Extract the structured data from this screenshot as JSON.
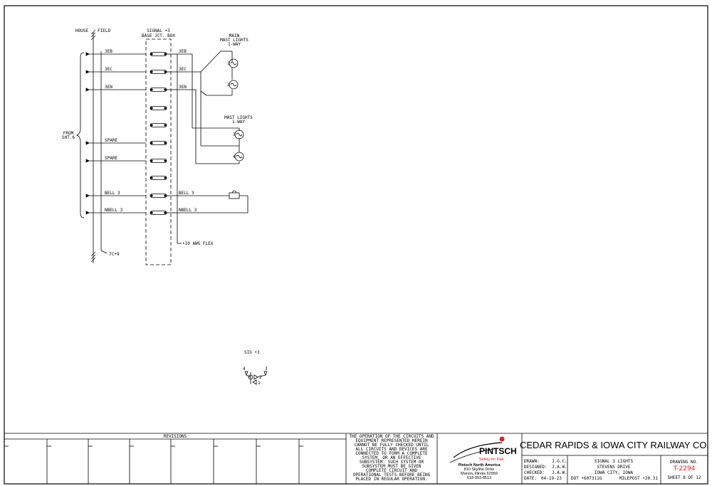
{
  "schematic": {
    "house_label": "HOUSE",
    "field_label": "FIELD",
    "box_title_1": "SIGNAL •3",
    "box_title_2": "BASE JCT. BOX",
    "from_label_1": "FROM",
    "from_label_2": "SHT.6",
    "terminals": [
      {
        "left": "3EB",
        "right": "3EB"
      },
      {
        "left": "3EC",
        "right": "3EC"
      },
      {
        "left": "3EN",
        "right": "3EN"
      },
      {
        "left": "",
        "right": ""
      },
      {
        "left": "",
        "right": ""
      },
      {
        "left": "SPARE",
        "right": ""
      },
      {
        "left": "SPARE",
        "right": ""
      },
      {
        "left": "",
        "right": ""
      },
      {
        "left": "BELL 3",
        "right": "BELL 3"
      },
      {
        "left": "NBELL 3",
        "right": "NBELL 3"
      }
    ],
    "cable_label": "7C•9",
    "wire_label": "•10 AWG FLEX",
    "main_mast_1": "MAIN",
    "main_mast_2": "MAST LIGHTS",
    "main_mast_3": "1-WAY",
    "mast_2_1": "MAST LIGHTS",
    "mast_2_2": "1-WAY",
    "lamp_numbers": [
      "1",
      "2",
      "3",
      "4"
    ],
    "sig_label": "SIG •3",
    "sig_numbers": [
      "4",
      "3",
      "2",
      "1"
    ]
  },
  "title_block": {
    "revisions_label": "REVISIONS",
    "warning_lines": [
      "THE OPERATION OF THE CIRCUITS AND",
      "EQUIPMENT REPRESENTED HEREIN",
      "CANNOT BE FULLY CHECKED UNTIL",
      "ALL CIRCUITS AND DEVICES ARE",
      "CONNECTED TO FORM A COMPLETE",
      "SYSTEM, OR AN EFFECTIVE",
      "SUBSYSTEM.  SUCH SYSTEM OR",
      "SUBSYSTEM MUST BE GIVEN",
      "COMPLETE CIRCUIT AND",
      "OPERATIONAL TESTS BEFORE BEING",
      "PLACED IN REGULAR OPERATION."
    ],
    "logo_name": "PINTSCH",
    "logo_tagline": "Safety for Rail",
    "company_lines": [
      "Pintsch North America",
      "810 Skyline Drive",
      "Marion, Illinois 62959",
      "618-993-8513"
    ],
    "railway_name": "CEDAR RAPIDS & IOWA CITY RAILWAY CO.",
    "drawn_label": "DRAWN:",
    "drawn_value": "J.G.C.",
    "designed_label": "DESIGNED:",
    "designed_value": "J.A.W.",
    "checked_label": "CHECKED:",
    "checked_value": "J.A.W.",
    "date_label": "DATE:",
    "date_value": "04-19-23",
    "desc_lines": [
      "SIGNAL 3 LIGHTS",
      "STEVENS DRIVE",
      "IOWA CITY, IOWA"
    ],
    "dot_label": "DOT •607311G",
    "milepost_label": "MILEPOST •20.31",
    "drawing_no_label": "DRAWING NO.",
    "drawing_no": "T-2294",
    "sheet_label": "SHEET 8 OF 12"
  },
  "colors": {
    "line": "#000000",
    "logo_red": "#d9262b",
    "drawing_no": "#d9262b"
  }
}
